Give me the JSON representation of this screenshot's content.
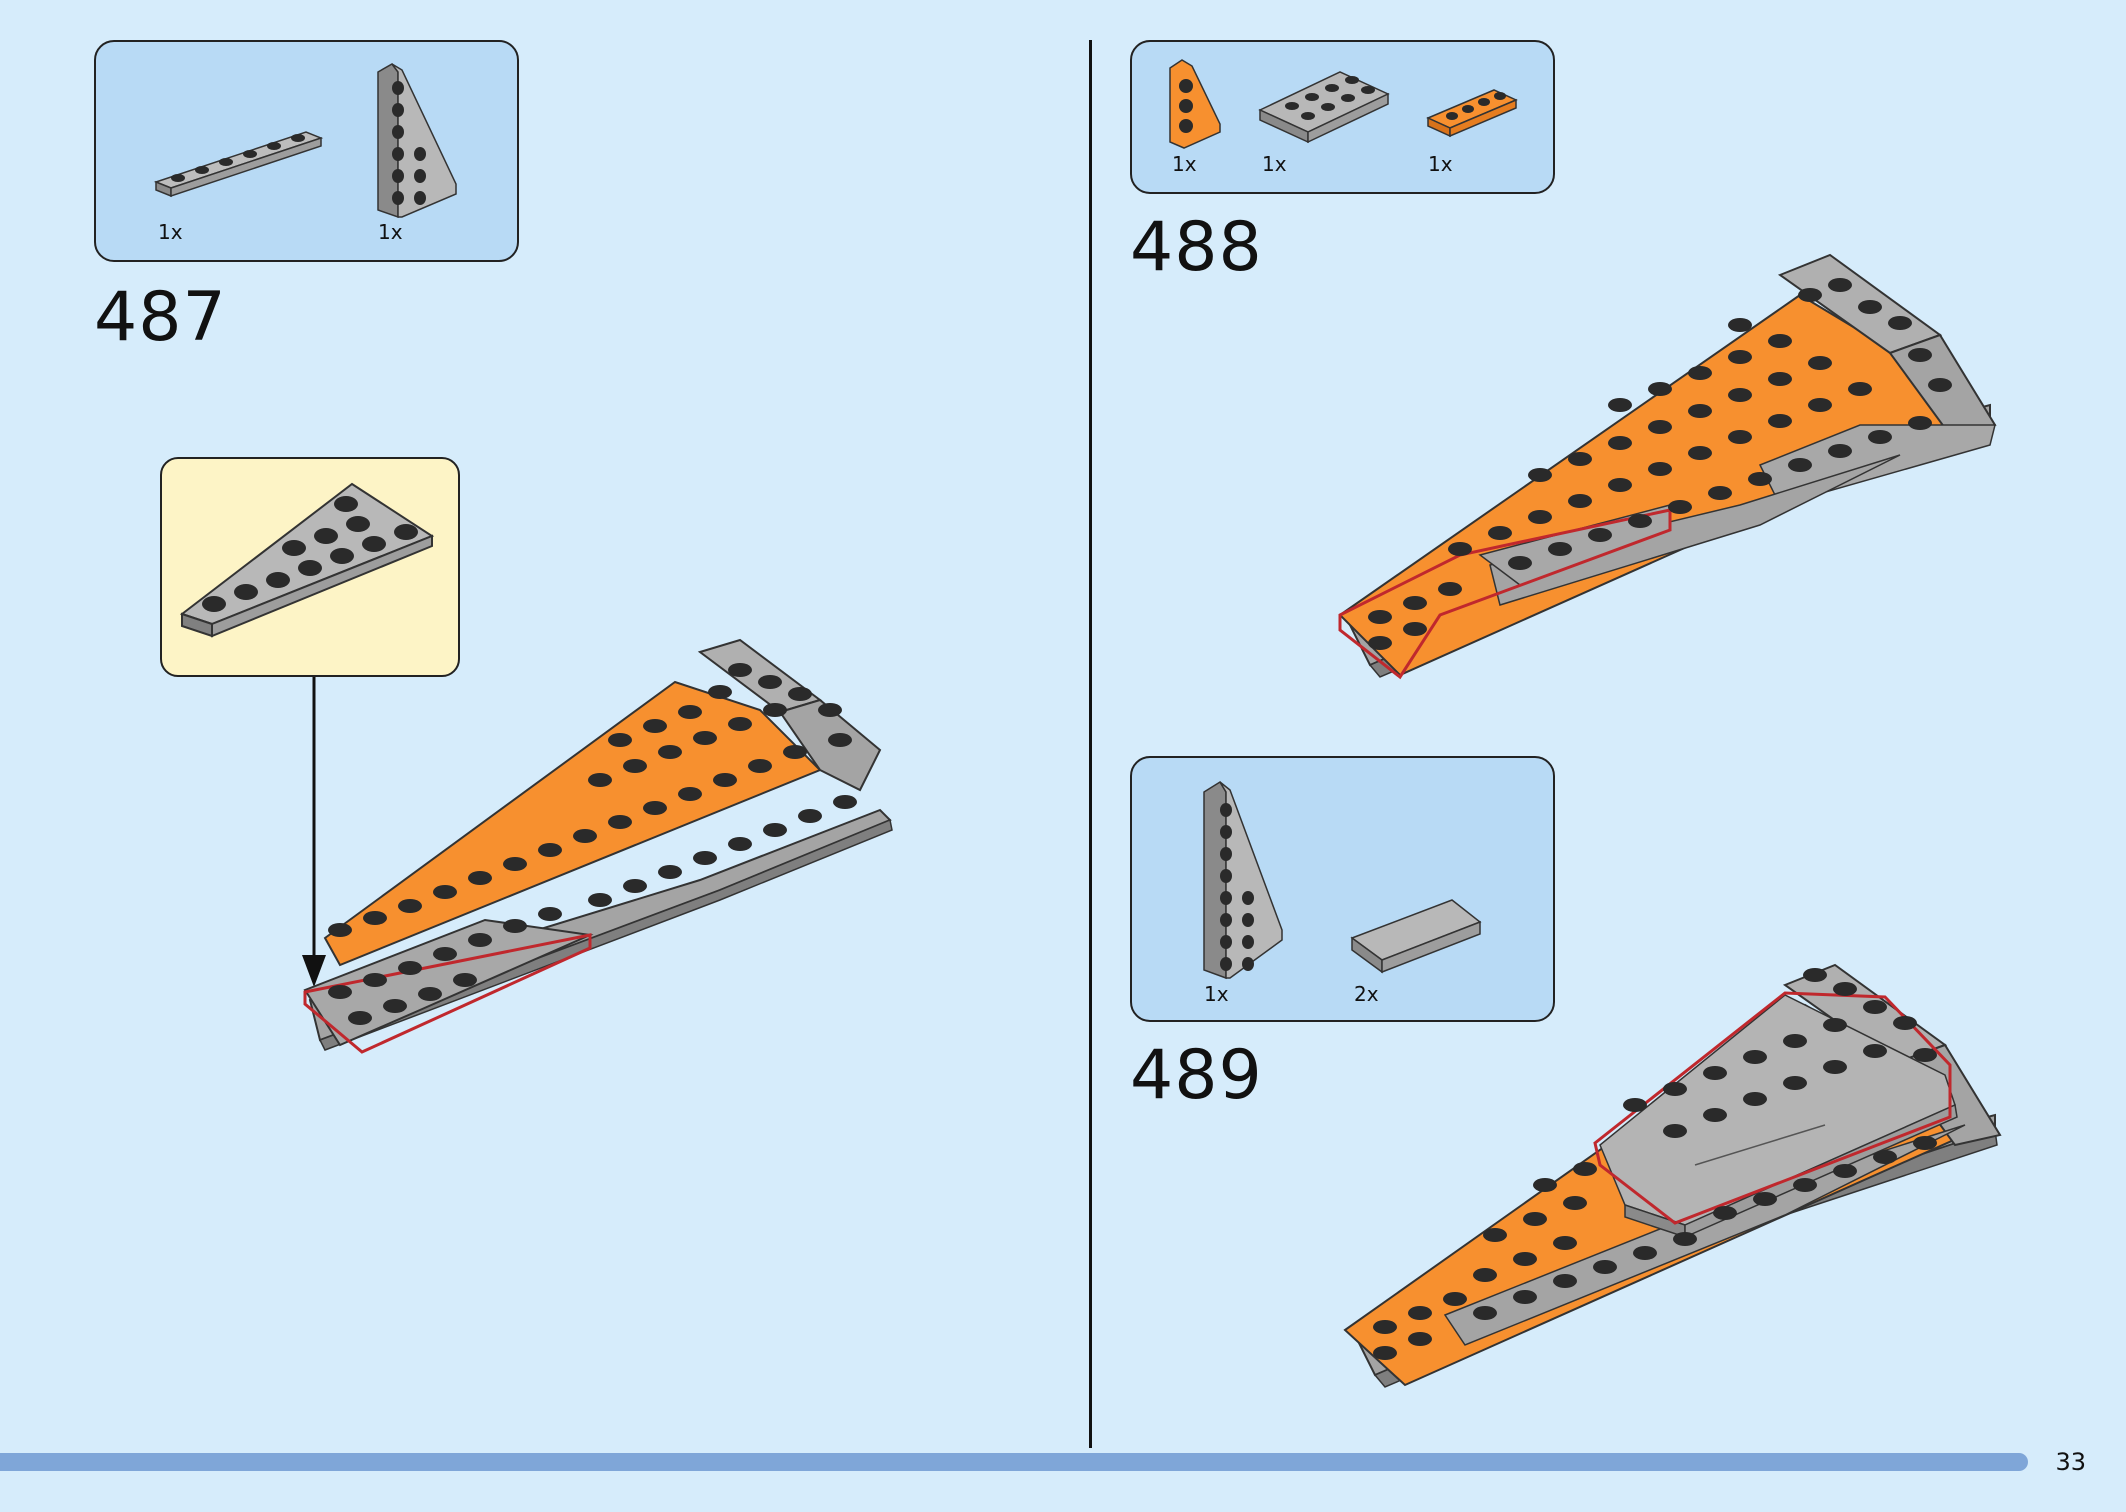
{
  "page": {
    "number": "33",
    "progress_fraction": 1.0
  },
  "colors": {
    "background": "#d6ecfb",
    "parts_box": "#b8daf5",
    "callout_box": "#fdf4c6",
    "brick_orange": "#f7902f",
    "brick_grey": "#9d9d9d",
    "highlight_outline": "#c0282d",
    "progress_bar": "#7fa6d8"
  },
  "steps": [
    {
      "number": "487",
      "parts": [
        {
          "qty": "1x",
          "icon": "grey-plate-1x6-icon"
        },
        {
          "qty": "1x",
          "icon": "grey-wedge-plate-icon"
        }
      ],
      "callout_icon": "grey-wedge-plate-icon"
    },
    {
      "number": "488",
      "parts": [
        {
          "qty": "1x",
          "icon": "orange-wedge-plate-icon"
        },
        {
          "qty": "1x",
          "icon": "grey-plate-2x4-icon"
        },
        {
          "qty": "1x",
          "icon": "orange-plate-1x4-icon"
        }
      ]
    },
    {
      "number": "489",
      "parts": [
        {
          "qty": "1x",
          "icon": "grey-wedge-plate-icon"
        },
        {
          "qty": "2x",
          "icon": "grey-tile-2x4-icon"
        }
      ]
    }
  ]
}
